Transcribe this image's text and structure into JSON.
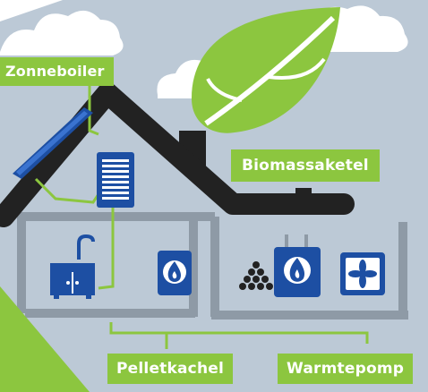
{
  "labels": {
    "zonneboiler": "Zonneboiler",
    "biomassaketel": "Biomassaketel",
    "pelletkachel": "Pelletkachel",
    "warmtepomp": "Warmtepomp"
  },
  "icons": {
    "leaf": "leaf-icon",
    "solar_panel": "solar-panel-icon",
    "boiler_tank": "boiler-tank-icon",
    "sink": "kitchen-sink-icon",
    "flame": "flame-icon",
    "pellets": "pellets-icon",
    "fan": "fan-icon"
  },
  "colors": {
    "background": "#bcc9d6",
    "label_green": "#8cc63f",
    "roof": "#222222",
    "wall": "#8e9aa6",
    "appliance_blue": "#1d4fa3",
    "pipe_green": "#8cc63f"
  }
}
